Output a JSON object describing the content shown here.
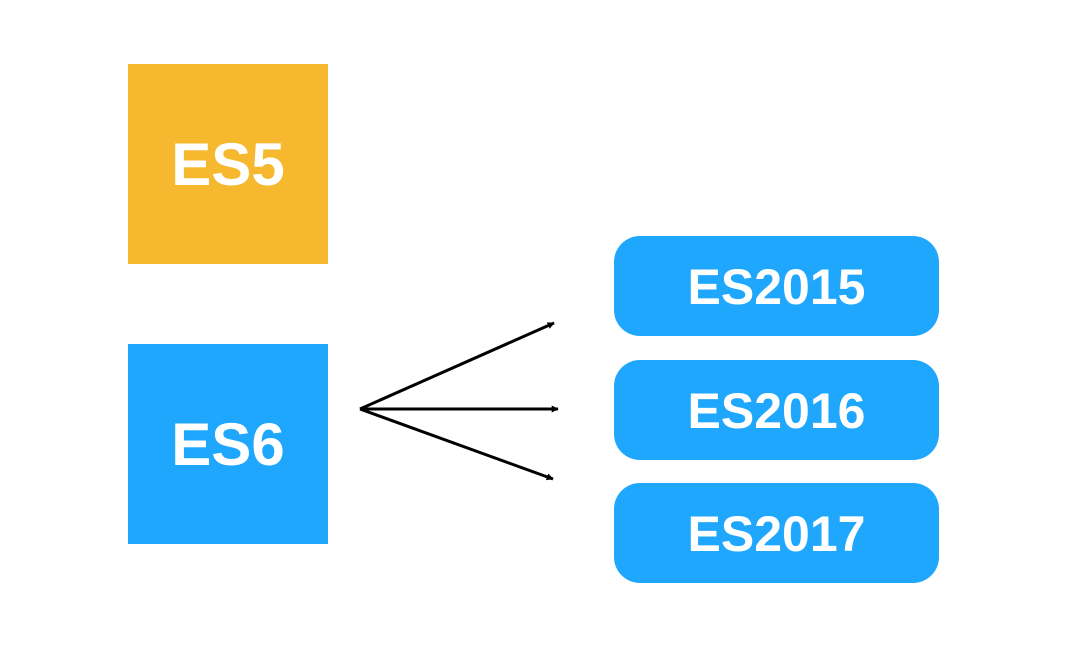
{
  "diagram": {
    "old_version": {
      "label": "ES5",
      "color": "#F5B82E"
    },
    "new_version": {
      "label": "ES6",
      "color": "#1EA7FD"
    },
    "yearly_versions": [
      {
        "label": "ES2015",
        "color": "#1EA7FD"
      },
      {
        "label": "ES2016",
        "color": "#1EA7FD"
      },
      {
        "label": "ES2017",
        "color": "#1EA7FD"
      }
    ],
    "arrow_color": "#000000"
  }
}
